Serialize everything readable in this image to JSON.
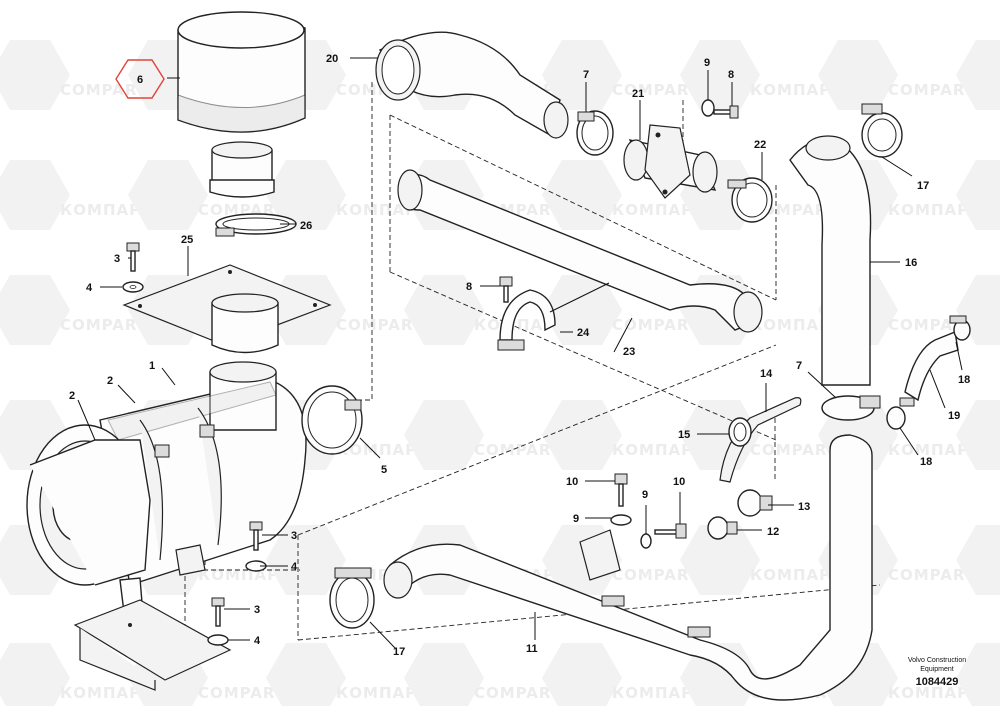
{
  "watermark": {
    "latin": "COMPART",
    "cyrillic": "КОМПАРТ"
  },
  "callouts": {
    "c1": "1",
    "c2a": "2",
    "c2b": "2",
    "c3a": "3",
    "c3b": "3",
    "c3c": "3",
    "c4a": "4",
    "c4b": "4",
    "c4c": "4",
    "c5": "5",
    "c6": "6",
    "c7a": "7",
    "c7b": "7",
    "c8a": "8",
    "c8b": "8",
    "c9a": "9",
    "c9b": "9",
    "c9c": "9",
    "c10a": "10",
    "c10b": "10",
    "c11": "11",
    "c12": "12",
    "c13": "13",
    "c14": "14",
    "c15": "15",
    "c16": "16",
    "c17a": "17",
    "c17b": "17",
    "c18a": "18",
    "c18b": "18",
    "c19": "19",
    "c20": "20",
    "c21": "21",
    "c22": "22",
    "c23": "23",
    "c24": "24",
    "c25": "25",
    "c26": "26"
  },
  "highlighted_callout": "6",
  "footer": {
    "company_line1": "Volvo Construction",
    "company_line2": "Equipment",
    "document_number": "1084429"
  },
  "colors": {
    "highlight": "#e0443a",
    "line": "#222222",
    "watermark": "#ececec"
  }
}
